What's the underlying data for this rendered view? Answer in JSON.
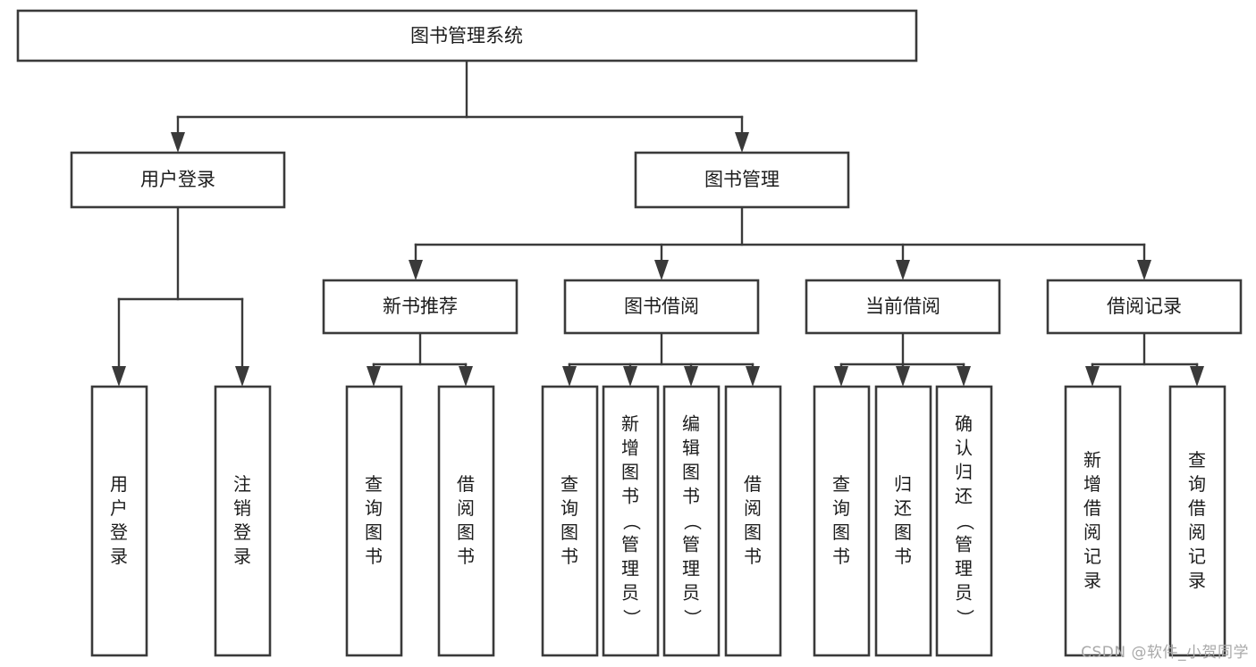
{
  "diagram": {
    "type": "tree-hierarchy",
    "title": "图书管理系统",
    "watermark": "CSDN @软件_小贺同学",
    "colors": {
      "box_stroke": "#3a3a3a",
      "box_fill": "#ffffff",
      "text": "#1c1c1c",
      "watermark": "#a9a9a9",
      "background": "#ffffff"
    },
    "root": {
      "label": "图书管理系统"
    },
    "level2": [
      {
        "label": "用户登录"
      },
      {
        "label": "图书管理"
      }
    ],
    "level3": [
      {
        "label": "新书推荐"
      },
      {
        "label": "图书借阅"
      },
      {
        "label": "当前借阅"
      },
      {
        "label": "借阅记录"
      }
    ],
    "leaves": {
      "user_login": [
        {
          "label": "用户登录"
        },
        {
          "label": "注销登录"
        }
      ],
      "new_book_recommend": [
        {
          "label": "查询图书"
        },
        {
          "label": "借阅图书"
        }
      ],
      "book_borrow": [
        {
          "label": "查询图书"
        },
        {
          "label": "新增图书（管理员）"
        },
        {
          "label": "编辑图书（管理员）"
        },
        {
          "label": "借阅图书"
        }
      ],
      "current_borrow": [
        {
          "label": "查询图书"
        },
        {
          "label": "归还图书"
        },
        {
          "label": "确认归还（管理员）"
        }
      ],
      "borrow_record": [
        {
          "label": "新增借阅记录"
        },
        {
          "label": "查询借阅记录"
        }
      ]
    }
  }
}
